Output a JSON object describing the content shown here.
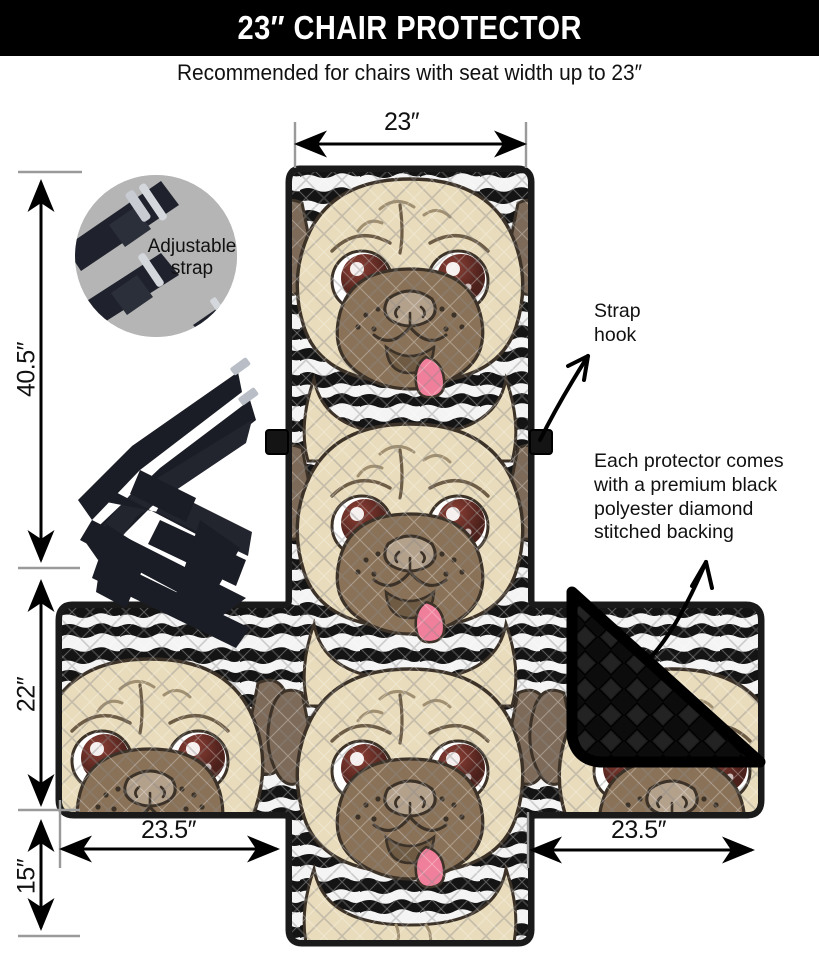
{
  "header": {
    "title": "23″ CHAIR PROTECTOR",
    "subtitle": "Recommended for chairs with seat width up to 23″"
  },
  "dimensions": {
    "top_width": "23″",
    "total_height": "40.5″",
    "seat_height": "22″",
    "skirt_height": "15″",
    "left_wing": "23.5″",
    "right_wing": "23.5″"
  },
  "callouts": {
    "strap_hook": "Strap\nhook",
    "strap_hook_line1": "Strap",
    "strap_hook_line2": "hook",
    "backing_line1": "Each protector comes",
    "backing_line2": "with a premium black",
    "backing_line3": "polyester diamond",
    "backing_line4": "stitched backing"
  },
  "inset": {
    "label_line1": "Adjustable",
    "label_line2": "strap"
  },
  "colors": {
    "header_bg": "#000000",
    "header_text": "#ffffff",
    "page_bg": "#ffffff",
    "inset_bg": "#b5b5b5",
    "strap_black": "#1b1d26",
    "buckle_silver": "#c8ccd2",
    "fabric_edge": "#2a2a2a",
    "stripe_black": "#151515",
    "stripe_white": "#f3f3f3",
    "pug_face": "#e9dcbc",
    "pug_muzzle": "#8a7258",
    "pug_ear": "#7d6a58",
    "pug_eye": "#5e2a23",
    "pug_tongue": "#f07f9b",
    "backing_black": "#0e0e0e",
    "dim_line": "#000000",
    "tick_gray": "#9a9a9a"
  },
  "icons": {
    "arrow_top": "double-arrow-horizontal",
    "arrow_height": "double-arrow-vertical",
    "arrow_seat": "double-arrow-vertical",
    "arrow_skirt": "double-arrow-vertical",
    "arrow_left_wing": "double-arrow-horizontal",
    "arrow_right_wing": "double-arrow-horizontal",
    "pointer_strap_hook": "curved-arrow-up-right",
    "pointer_backing": "curved-arrow-up"
  }
}
